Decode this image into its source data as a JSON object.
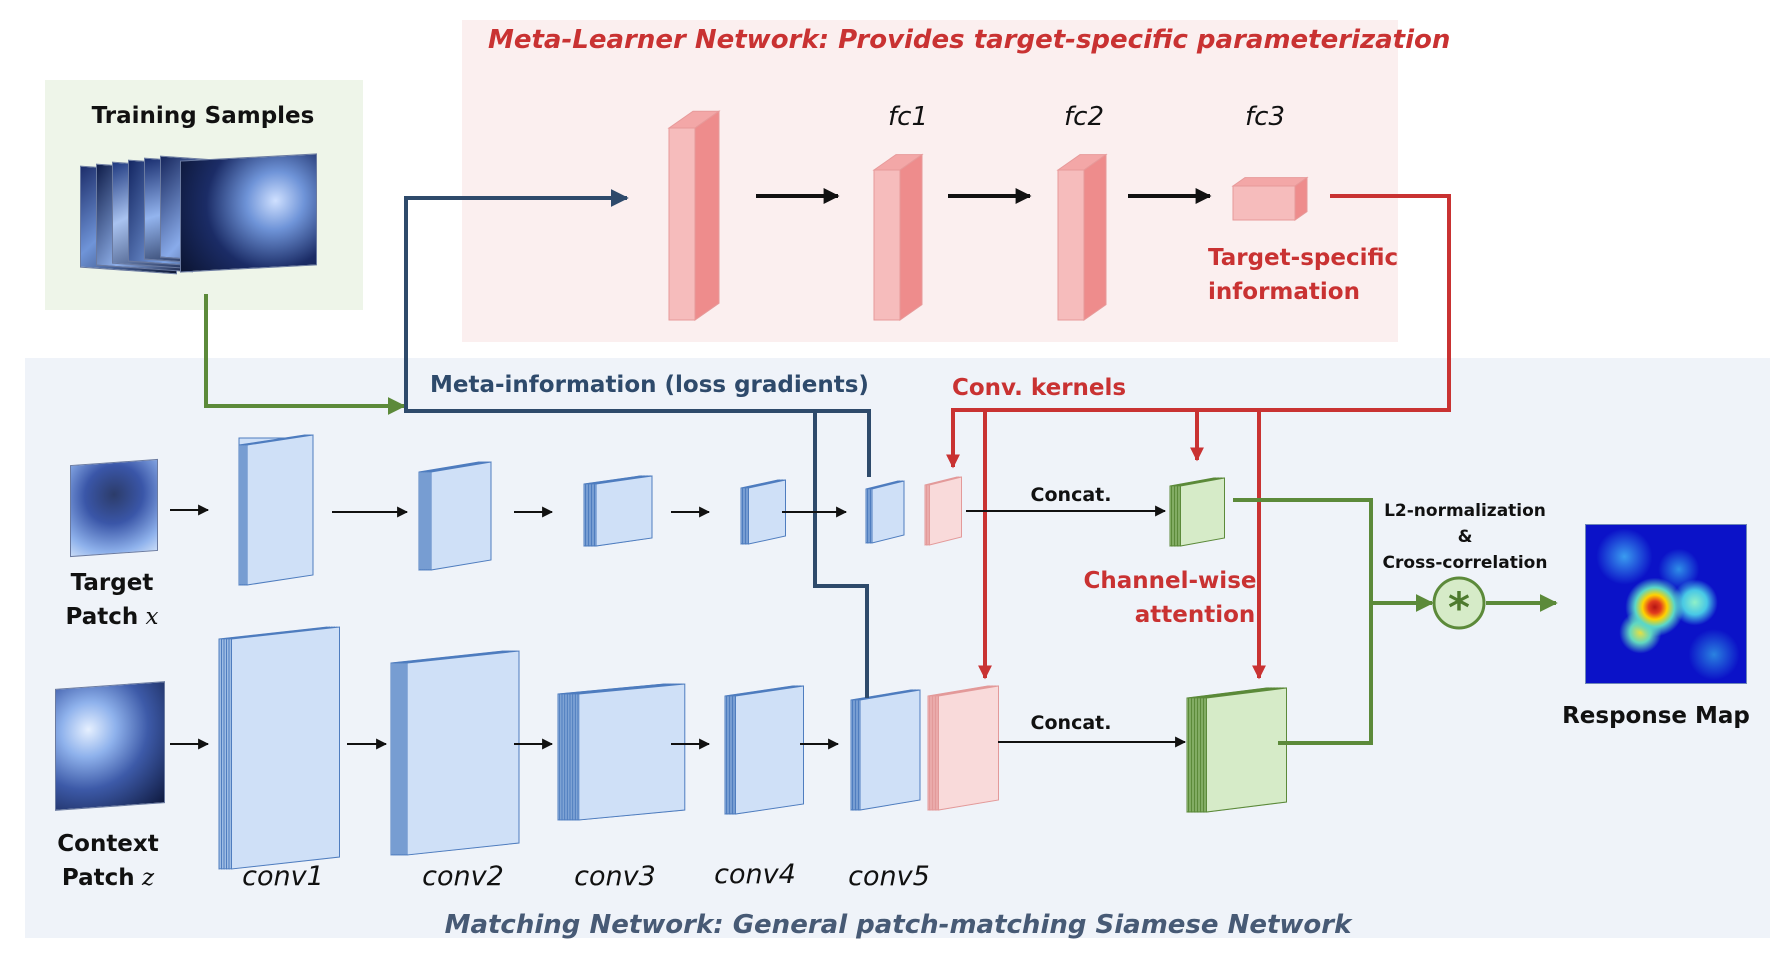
{
  "meta_learner": {
    "title": "Meta-Learner Network: Provides target-specific parameterization",
    "fc1": "fc1",
    "fc2": "fc2",
    "fc3": "fc3",
    "target_info_line1": "Target-specific",
    "target_info_line2": "information"
  },
  "training_samples": {
    "title": "Training Samples"
  },
  "matching": {
    "title": "Matching Network: General patch-matching Siamese Network",
    "meta_info": "Meta-information (loss gradients)",
    "conv_kernels": "Conv. kernels",
    "channel_attention_line1": "Channel-wise",
    "channel_attention_line2": "attention",
    "concat_top": "Concat.",
    "concat_bottom": "Concat.",
    "l2_line1": "L2-normalization",
    "l2_line2": "&",
    "l2_line3": "Cross-correlation",
    "operator": "*",
    "response_map": "Response Map",
    "target_patch_line1": "Target",
    "target_patch_line2": "Patch",
    "target_patch_var": "x",
    "context_patch_line1": "Context",
    "context_patch_line2": "Patch",
    "context_patch_var": "z",
    "layers": [
      "conv1",
      "conv2",
      "conv3",
      "conv4",
      "conv5"
    ]
  },
  "colors": {
    "meta_bg": "#fbefef",
    "matching_bg": "#eff3f9",
    "training_bg": "#eef5e9",
    "red": "#c93232",
    "blue": "#2e4a6b",
    "green": "#5c8a3a"
  }
}
